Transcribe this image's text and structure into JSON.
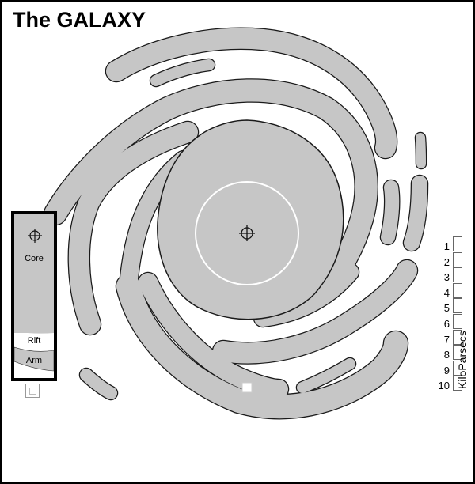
{
  "title": "The GALAXY",
  "legend": {
    "items": [
      {
        "label": "Core"
      },
      {
        "label": "Rift"
      },
      {
        "label": "Arm"
      }
    ]
  },
  "scale": {
    "ticks": [
      "1",
      "2",
      "3",
      "4",
      "5",
      "6",
      "7",
      "8",
      "9",
      "10"
    ],
    "unit": "KiloParsecs"
  },
  "colors": {
    "arm": "#c6c6c6",
    "outline": "#1a1a1a",
    "background": "#ffffff"
  }
}
